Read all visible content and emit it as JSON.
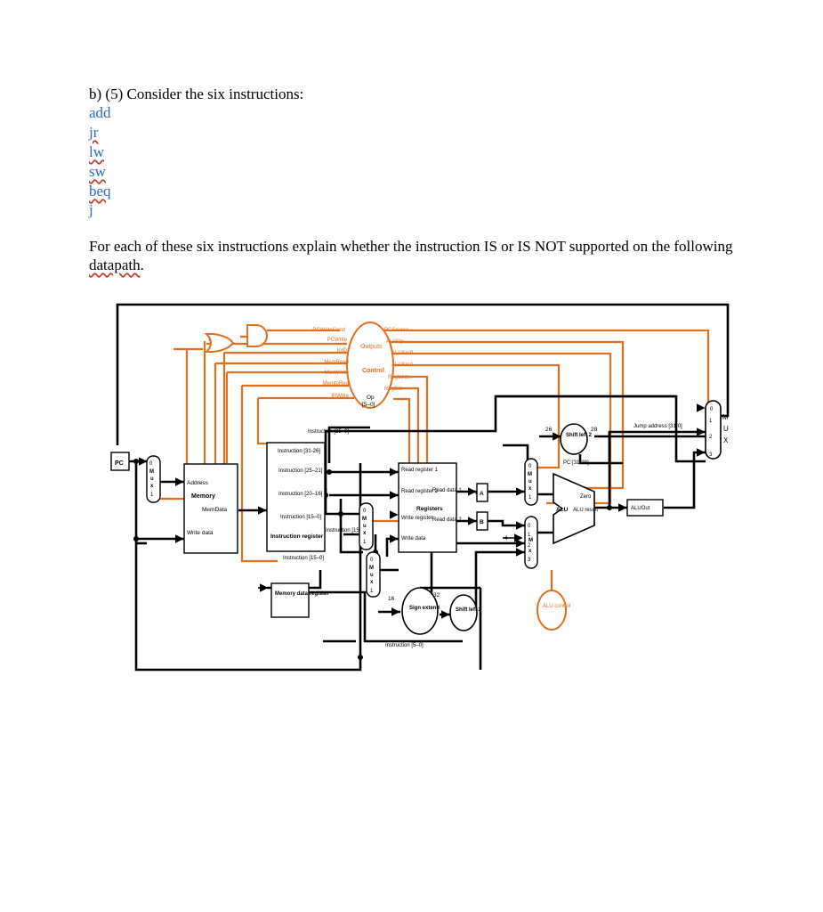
{
  "question": {
    "title": "b) (5) Consider the six instructions:"
  },
  "instructions": [
    "add",
    "jr",
    "lw",
    "sw",
    "beq",
    "j"
  ],
  "paragraph": {
    "part1": "For each of these six instructions explain whether the instruction IS or IS NOT supported on the following ",
    "part2": "datapath",
    "part3": "."
  },
  "colors": {
    "control": "#e06f1f",
    "wire": "#000000",
    "instruction_text": "#3366cc",
    "spell_underline": "#c0392b"
  },
  "datapath": {
    "control_left": [
      "PCWriteCond",
      "PCWrite",
      "IorD",
      "MemRead",
      "MemWrite",
      "MemtoReg",
      "IRWrite"
    ],
    "control_right": [
      "PCSource",
      "ALUOp",
      "ALUSrcB",
      "ALUSrcA",
      "RegWrite",
      "RegDst"
    ],
    "control_unit": {
      "outputs": "Outputs",
      "name": "Control",
      "op": "Op",
      "op_field": "[5–0]"
    },
    "labels": {
      "pc": "PC",
      "instr_25_0": "Instruction [25–0]",
      "instr_31_26": "Instruction [31-26]",
      "instr_25_21": "Instruction [25–21]",
      "instr_20_16": "Instruction [20–16]",
      "instr_15_0": "Instruction [15–0]",
      "instr_register": "Instruction register",
      "instr_15_0_b": "Instruction [15–0]",
      "instr_15_11": "Instruction [15–11]",
      "mem_data_register": "Memory data register",
      "address": "Address",
      "memory": "Memory",
      "memdata": "MemData",
      "write_data": "Write data",
      "read_reg1": "Read register 1",
      "read_reg2": "Read register 2",
      "write_reg": "Write register",
      "write_data_reg": "Write data",
      "read_data1": "Read data 1",
      "read_data2": "Read data 2",
      "registers": "Registers",
      "reg_a": "A",
      "reg_b": "B",
      "sign_extend": "Sign extend",
      "shift_left2_a": "Shift left 2",
      "shift_left2_b": "Shift left 2",
      "alu": "ALU",
      "zero": "Zero",
      "alu_result": "ALU result",
      "aluout": "ALUOut",
      "alu_control": "ALU control",
      "jump_address": "Jump address [31-0]",
      "pc_31_28": "PC [31-28]",
      "instr_5_0": "Instruction [5–0]",
      "n26": "26",
      "n28": "28",
      "n16": "16",
      "n32": "32",
      "n4": "4"
    },
    "mux_letters": [
      "M",
      "u",
      "x"
    ],
    "mux_inputs_2": [
      "0",
      "1"
    ],
    "mux_inputs_4": [
      "0",
      "1",
      "2",
      "3"
    ],
    "big_mux": {
      "letters": [
        "M",
        "U",
        "X"
      ],
      "inputs": [
        "0",
        "1",
        "2",
        "3"
      ]
    }
  }
}
